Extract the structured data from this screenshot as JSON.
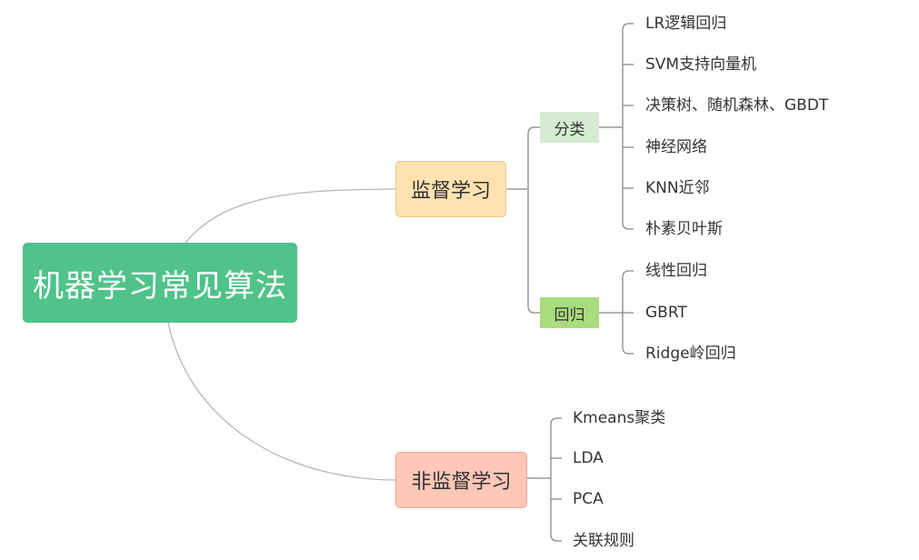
{
  "root": {
    "label": "机器学习常见算法"
  },
  "supervised": {
    "label": "监督学习",
    "classification": {
      "label": "分类",
      "items": [
        "LR逻辑回归",
        "SVM支持向量机",
        "决策树、随机森林、GBDT",
        "神经网络",
        "KNN近邻",
        "朴素贝叶斯"
      ]
    },
    "regression": {
      "label": "回归",
      "items": [
        "线性回归",
        "GBRT",
        "Ridge岭回归"
      ]
    }
  },
  "unsupervised": {
    "label": "非监督学习",
    "items": [
      "Kmeans聚类",
      "LDA",
      "PCA",
      "关联规则"
    ]
  },
  "colors": {
    "root": "#4fc38a",
    "supervised": "#ffe2b0",
    "unsupervised": "#ffc7b7",
    "classification": "#d5ebd2",
    "regression": "#a9dc7c",
    "connector_root": "#b5b5b5",
    "connector_branch": "#888888"
  }
}
